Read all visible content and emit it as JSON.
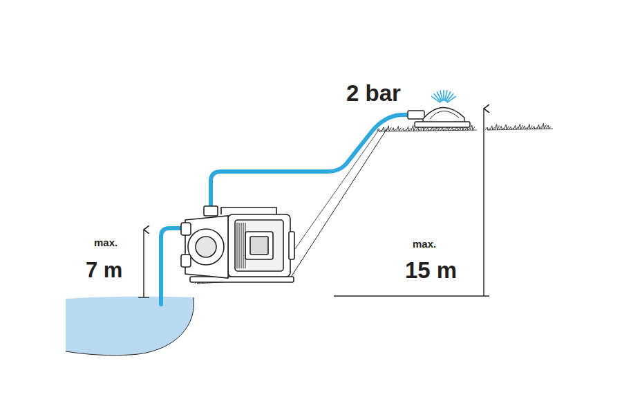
{
  "diagram": {
    "labels": [
      "2 bar",
      "max.",
      "7 m",
      "max.",
      "15 m"
    ]
  }
}
